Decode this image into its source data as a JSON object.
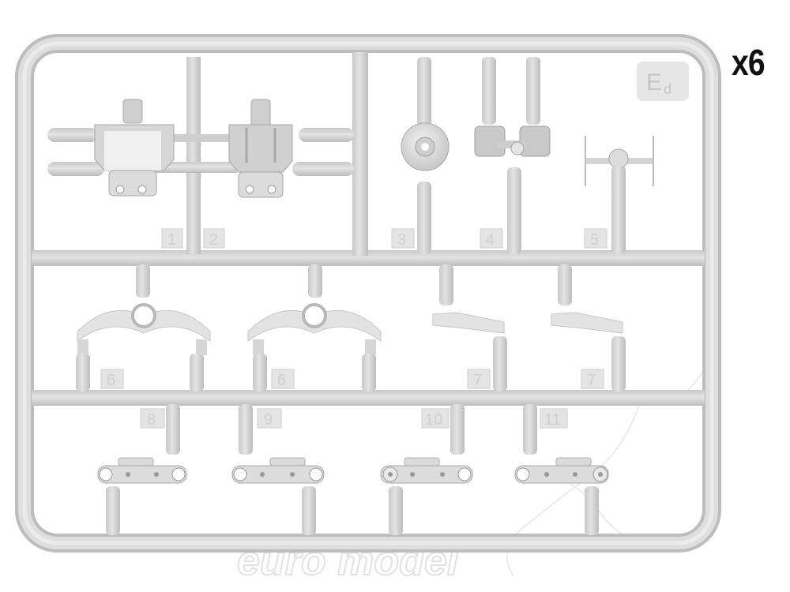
{
  "quantity_label": "x6",
  "sprue_code": "E",
  "sprue_code_sub": "d",
  "part_numbers": [
    "1",
    "2",
    "3",
    "4",
    "5",
    "6",
    "6",
    "7",
    "7",
    "8",
    "9",
    "10",
    "11"
  ],
  "watermark": "euro model",
  "colors": {
    "plastic": "#d9d9d9",
    "plastic_dark": "#bcbcbc",
    "plastic_light": "#ececec",
    "background": "#ffffff"
  }
}
